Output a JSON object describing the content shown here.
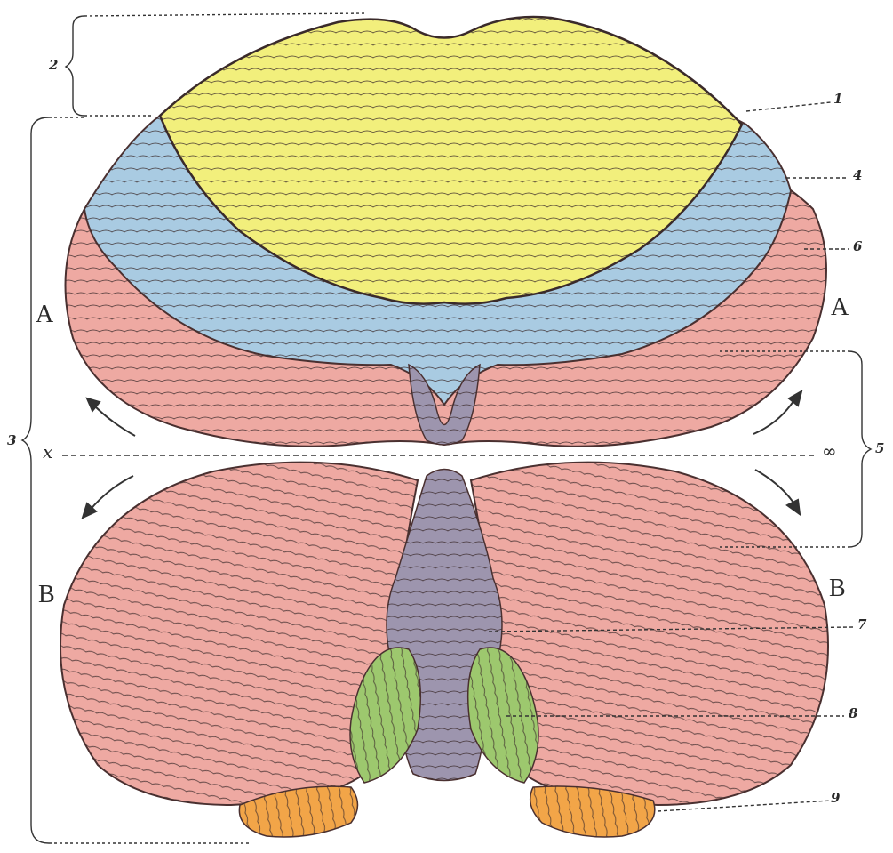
{
  "diagram": {
    "lobes": {
      "upper_left": "A",
      "upper_right": "A",
      "lower_left": "B",
      "lower_right": "B"
    },
    "axis_marks": {
      "left": "x",
      "right": "∞"
    },
    "callouts": [
      "1",
      "2",
      "3",
      "4",
      "5",
      "6",
      "7",
      "8",
      "9"
    ],
    "colors": {
      "yellow": "#f2ef7c",
      "blue": "#a9cbe2",
      "pink": "#eea9a2",
      "vermis": "#9d95ae",
      "green": "#9dc86e",
      "orange": "#f2a548",
      "line": "#3a2a2a"
    }
  }
}
